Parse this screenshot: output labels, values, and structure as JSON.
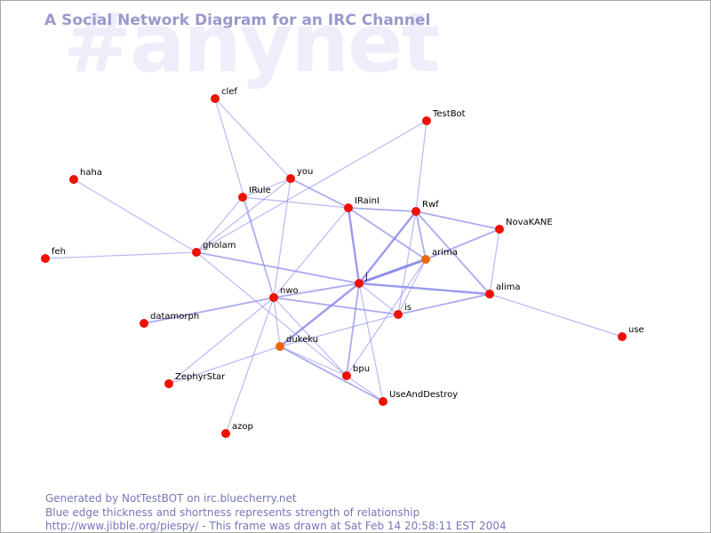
{
  "watermark": "#anynet",
  "title": "A Social Network Diagram for an IRC Channel",
  "footer": {
    "line1": "Generated by NotTestBOT on irc.bluecherry.net",
    "line2": "Blue edge thickness and shortness represents strength of relationship",
    "line3": "http://www.jibble.org/piespy/ - This frame was drawn at Sat Feb 14 20:58:11 EST 2004"
  },
  "colors": {
    "node": "#ee1100",
    "node_active": "#ee6611",
    "edge": "#8888ee",
    "title": "#9999cc",
    "watermark": "#eeeefb"
  },
  "nodes": [
    {
      "id": "clef",
      "label": "clef"
    },
    {
      "id": "TestBot",
      "label": "TestBot"
    },
    {
      "id": "you",
      "label": "you"
    },
    {
      "id": "haha",
      "label": "haha"
    },
    {
      "id": "IRule",
      "label": "IRule"
    },
    {
      "id": "IRainI",
      "label": "IRainI"
    },
    {
      "id": "Rwf",
      "label": "Rwf"
    },
    {
      "id": "NovaKANE",
      "label": "NovaKANE"
    },
    {
      "id": "feh",
      "label": "feh"
    },
    {
      "id": "gholam",
      "label": "gholam"
    },
    {
      "id": "arima",
      "label": "arima",
      "active": true
    },
    {
      "id": "j",
      "label": "j"
    },
    {
      "id": "alima",
      "label": "alima"
    },
    {
      "id": "nwo",
      "label": "nwo"
    },
    {
      "id": "is",
      "label": "is"
    },
    {
      "id": "datamorph",
      "label": "datamorph"
    },
    {
      "id": "use",
      "label": "use"
    },
    {
      "id": "dukeku",
      "label": "dukeku",
      "active": true
    },
    {
      "id": "bpu",
      "label": "bpu"
    },
    {
      "id": "ZephyrStar",
      "label": "ZephyrStar"
    },
    {
      "id": "UseAndDestroy",
      "label": "UseAndDestroy"
    },
    {
      "id": "azop",
      "label": "azop"
    }
  ],
  "edges": [
    {
      "source": "clef",
      "target": "you",
      "strength": 1
    },
    {
      "source": "clef",
      "target": "nwo",
      "strength": 1
    },
    {
      "source": "TestBot",
      "target": "Rwf",
      "strength": 1
    },
    {
      "source": "TestBot",
      "target": "gholam",
      "strength": 1
    },
    {
      "source": "haha",
      "target": "gholam",
      "strength": 1
    },
    {
      "source": "feh",
      "target": "gholam",
      "strength": 1
    },
    {
      "source": "you",
      "target": "IRule",
      "strength": 1
    },
    {
      "source": "you",
      "target": "IRainI",
      "strength": 2
    },
    {
      "source": "you",
      "target": "nwo",
      "strength": 1
    },
    {
      "source": "you",
      "target": "gholam",
      "strength": 1
    },
    {
      "source": "IRule",
      "target": "IRainI",
      "strength": 1
    },
    {
      "source": "IRule",
      "target": "gholam",
      "strength": 1
    },
    {
      "source": "IRule",
      "target": "nwo",
      "strength": 1
    },
    {
      "source": "IRainI",
      "target": "Rwf",
      "strength": 2
    },
    {
      "source": "IRainI",
      "target": "j",
      "strength": 3
    },
    {
      "source": "IRainI",
      "target": "arima",
      "strength": 2
    },
    {
      "source": "IRainI",
      "target": "nwo",
      "strength": 1
    },
    {
      "source": "Rwf",
      "target": "NovaKANE",
      "strength": 2
    },
    {
      "source": "Rwf",
      "target": "arima",
      "strength": 2
    },
    {
      "source": "Rwf",
      "target": "j",
      "strength": 3
    },
    {
      "source": "Rwf",
      "target": "alima",
      "strength": 2
    },
    {
      "source": "Rwf",
      "target": "is",
      "strength": 1
    },
    {
      "source": "NovaKANE",
      "target": "arima",
      "strength": 2
    },
    {
      "source": "NovaKANE",
      "target": "alima",
      "strength": 1
    },
    {
      "source": "gholam",
      "target": "j",
      "strength": 2
    },
    {
      "source": "gholam",
      "target": "bpu",
      "strength": 1
    },
    {
      "source": "arima",
      "target": "j",
      "strength": 4
    },
    {
      "source": "arima",
      "target": "is",
      "strength": 1
    },
    {
      "source": "arima",
      "target": "bpu",
      "strength": 1
    },
    {
      "source": "j",
      "target": "alima",
      "strength": 3
    },
    {
      "source": "j",
      "target": "nwo",
      "strength": 2
    },
    {
      "source": "j",
      "target": "dukeku",
      "strength": 3
    },
    {
      "source": "j",
      "target": "bpu",
      "strength": 2
    },
    {
      "source": "j",
      "target": "UseAndDestroy",
      "strength": 1
    },
    {
      "source": "j",
      "target": "is",
      "strength": 1
    },
    {
      "source": "alima",
      "target": "is",
      "strength": 2
    },
    {
      "source": "alima",
      "target": "use",
      "strength": 1
    },
    {
      "source": "nwo",
      "target": "is",
      "strength": 2
    },
    {
      "source": "nwo",
      "target": "datamorph",
      "strength": 2
    },
    {
      "source": "nwo",
      "target": "ZephyrStar",
      "strength": 1
    },
    {
      "source": "nwo",
      "target": "azop",
      "strength": 1
    },
    {
      "source": "nwo",
      "target": "bpu",
      "strength": 1
    },
    {
      "source": "nwo",
      "target": "dukeku",
      "strength": 1
    },
    {
      "source": "is",
      "target": "dukeku",
      "strength": 1
    },
    {
      "source": "dukeku",
      "target": "bpu",
      "strength": 1
    },
    {
      "source": "dukeku",
      "target": "UseAndDestroy",
      "strength": 2
    },
    {
      "source": "dukeku",
      "target": "ZephyrStar",
      "strength": 1
    },
    {
      "source": "bpu",
      "target": "UseAndDestroy",
      "strength": 1
    }
  ]
}
